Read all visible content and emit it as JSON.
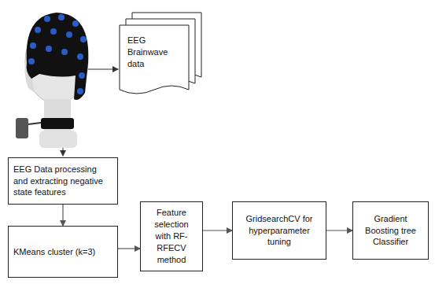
{
  "diagram": {
    "nodes": [
      {
        "text": [
          "EEG Brainwave data"
        ]
      },
      {
        "text": [
          "EEG Data processing and extracting negative state features"
        ]
      },
      {
        "text": [
          "KMeans cluster (k=3)"
        ]
      },
      {
        "text": [
          "Feature selection with RF-RFECV method"
        ]
      },
      {
        "text": [
          "GridsearchCV for hyperparameter tuning"
        ]
      },
      {
        "text": [
          "Gradient Boosting tree Classifier"
        ]
      }
    ],
    "edges": [
      {
        "from": 1,
        "to": 2,
        "arrow": "to"
      },
      {
        "from": 2,
        "to": 3,
        "arrow": "to"
      },
      {
        "from": 3,
        "to": 4,
        "arrow": "to"
      },
      {
        "from": 4,
        "to": 5,
        "arrow": "to"
      }
    ]
  }
}
